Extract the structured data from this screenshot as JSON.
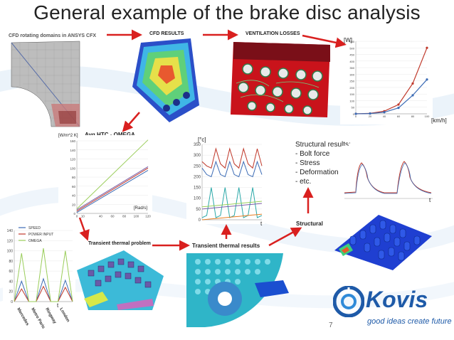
{
  "title": "General example of the brake disc analysis",
  "labels": {
    "cfd_domains": "CFD rotating domains in ANSYS CFX",
    "cfd_results": "CFD RESULTS",
    "ventilation": "VENTILATION LOSSES",
    "avg_htc": "Avg.HTC - OMEGA",
    "transient_problem": "Transient thermal problem",
    "transient_results": "Transient thermal results",
    "structural": "Structural"
  },
  "structural_results": {
    "heading": "Structural results:",
    "items": [
      "- Bolt force",
      "- Stress",
      "- Deformation",
      "- etc."
    ]
  },
  "page_number": "7",
  "logo": {
    "name": "Kovis",
    "tagline": "good ideas create future"
  },
  "axes": {
    "ventilation_y_unit": "[W]",
    "ventilation_x_unit": "[km/h]",
    "htc_y_unit": "[W/m^2 K]",
    "htc_x_unit": "[Rad/s]",
    "temp_y_unit": "[°c]",
    "temp_x_unit": "t",
    "struct_x_unit": "t",
    "speed_x_unit": "t"
  },
  "chart_data": [
    {
      "type": "line",
      "id": "ventilation",
      "ylim": [
        0,
        550
      ],
      "yticks": [
        0,
        50,
        100,
        150,
        200,
        250,
        300,
        350,
        400,
        450,
        500,
        550
      ],
      "xticks": [
        0,
        20,
        40,
        60,
        80,
        100
      ],
      "x": [
        0,
        20,
        40,
        60,
        80,
        100
      ],
      "series": [
        {
          "color": "#c0392b",
          "values": [
            0,
            3,
            20,
            70,
            230,
            500
          ]
        },
        {
          "color": "#3b6bb5",
          "values": [
            0,
            2,
            12,
            45,
            140,
            260
          ]
        }
      ]
    },
    {
      "type": "line",
      "id": "htc",
      "ylim": [
        0,
        160
      ],
      "yticks": [
        0,
        20,
        40,
        60,
        80,
        100,
        120,
        140,
        160
      ],
      "xticks": [
        0,
        10,
        40,
        60,
        80,
        100,
        120
      ],
      "x": [
        0,
        120
      ],
      "series": [
        {
          "color": "#9acd5a",
          "values": [
            10,
            162
          ]
        },
        {
          "color": "#7b5ea7",
          "values": [
            8,
            103
          ]
        },
        {
          "color": "#c0392b",
          "values": [
            5,
            100
          ]
        },
        {
          "color": "#3b6bb5",
          "values": [
            2,
            95
          ]
        }
      ]
    },
    {
      "type": "line",
      "id": "temperature",
      "ylim": [
        0,
        350
      ],
      "yticks": [
        0,
        50,
        100,
        150,
        200,
        250,
        300,
        350
      ],
      "series": [
        {
          "color": "#c0392b",
          "values": [
            270,
            250,
            240,
            330,
            260,
            240,
            330,
            260,
            240,
            330,
            260,
            240,
            330,
            250
          ]
        },
        {
          "color": "#3b6bb5",
          "values": [
            240,
            210,
            200,
            270,
            210,
            200,
            270,
            210,
            200,
            270,
            210,
            200,
            270,
            210
          ]
        },
        {
          "color": "#2aa8a8",
          "values": [
            10,
            20,
            150,
            10,
            20,
            150,
            10,
            20,
            150,
            10,
            20,
            150,
            10,
            20
          ]
        },
        {
          "color": "#9acd5a",
          "values": [
            60,
            62,
            64,
            66,
            68,
            70,
            72,
            74,
            76,
            78,
            80,
            82,
            84,
            86
          ]
        },
        {
          "color": "#7b5ea7",
          "values": [
            50,
            52,
            54,
            56,
            58,
            60,
            62,
            64,
            66,
            68,
            70,
            72,
            74,
            76
          ]
        },
        {
          "color": "#e67e22",
          "values": [
            0,
            2,
            4,
            6,
            8,
            10,
            12,
            14,
            16,
            18,
            20,
            22,
            24,
            26
          ]
        }
      ]
    },
    {
      "type": "line",
      "id": "speed",
      "ylim": [
        0,
        140
      ],
      "yticks": [
        0,
        20,
        40,
        60,
        80,
        100,
        120,
        140
      ],
      "categories": [
        "Mercedes",
        "Metro Paris",
        "Ringway",
        "London"
      ],
      "legend": [
        "SPEED",
        "POWER INPUT",
        "OMEGA"
      ],
      "series": [
        {
          "name": "SPEED",
          "color": "#3b6bb5",
          "values": [
            0,
            40,
            0,
            0,
            45,
            0,
            0,
            42,
            0
          ]
        },
        {
          "name": "POWER INPUT",
          "color": "#c0392b",
          "values": [
            0,
            25,
            0,
            0,
            30,
            0,
            0,
            28,
            0
          ]
        },
        {
          "name": "OMEGA",
          "color": "#9acd5a",
          "values": [
            0,
            95,
            0,
            0,
            105,
            0,
            0,
            100,
            0
          ]
        }
      ]
    }
  ]
}
